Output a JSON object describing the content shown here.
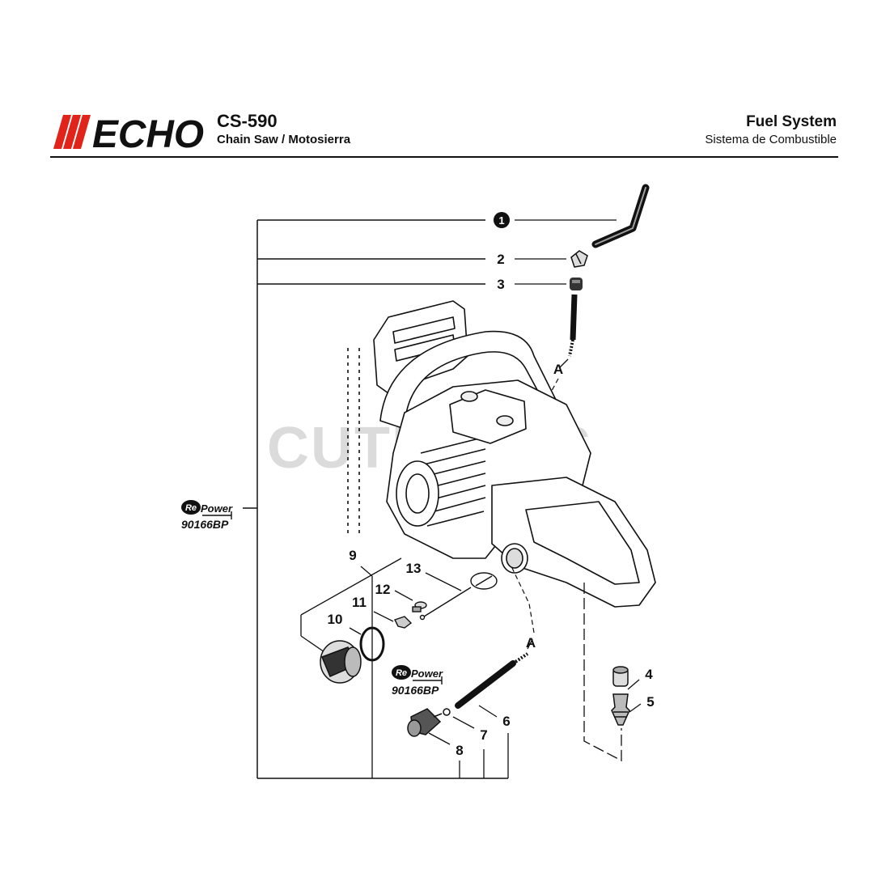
{
  "header": {
    "brand": "ECHO",
    "model": "CS-590",
    "model_subtitle": "Chain Saw / Motosierra",
    "section_title": "Fuel System",
    "section_subtitle": "Sistema de Combustible"
  },
  "callouts": {
    "c1": "1",
    "c2": "2",
    "c3": "3",
    "c4": "4",
    "c5": "5",
    "c6": "6",
    "c7": "7",
    "c8": "8",
    "c9": "9",
    "c10": "10",
    "c11": "11",
    "c12": "12",
    "c13": "13",
    "a_top": "A",
    "a_bottom": "A"
  },
  "repower_kits": [
    {
      "badge_re": "Re",
      "badge_word": "Power",
      "part_number": "90166BP"
    },
    {
      "badge_re": "Re",
      "badge_word": "Power",
      "part_number": "90166BP"
    }
  ],
  "watermark": "CUTPARTS"
}
